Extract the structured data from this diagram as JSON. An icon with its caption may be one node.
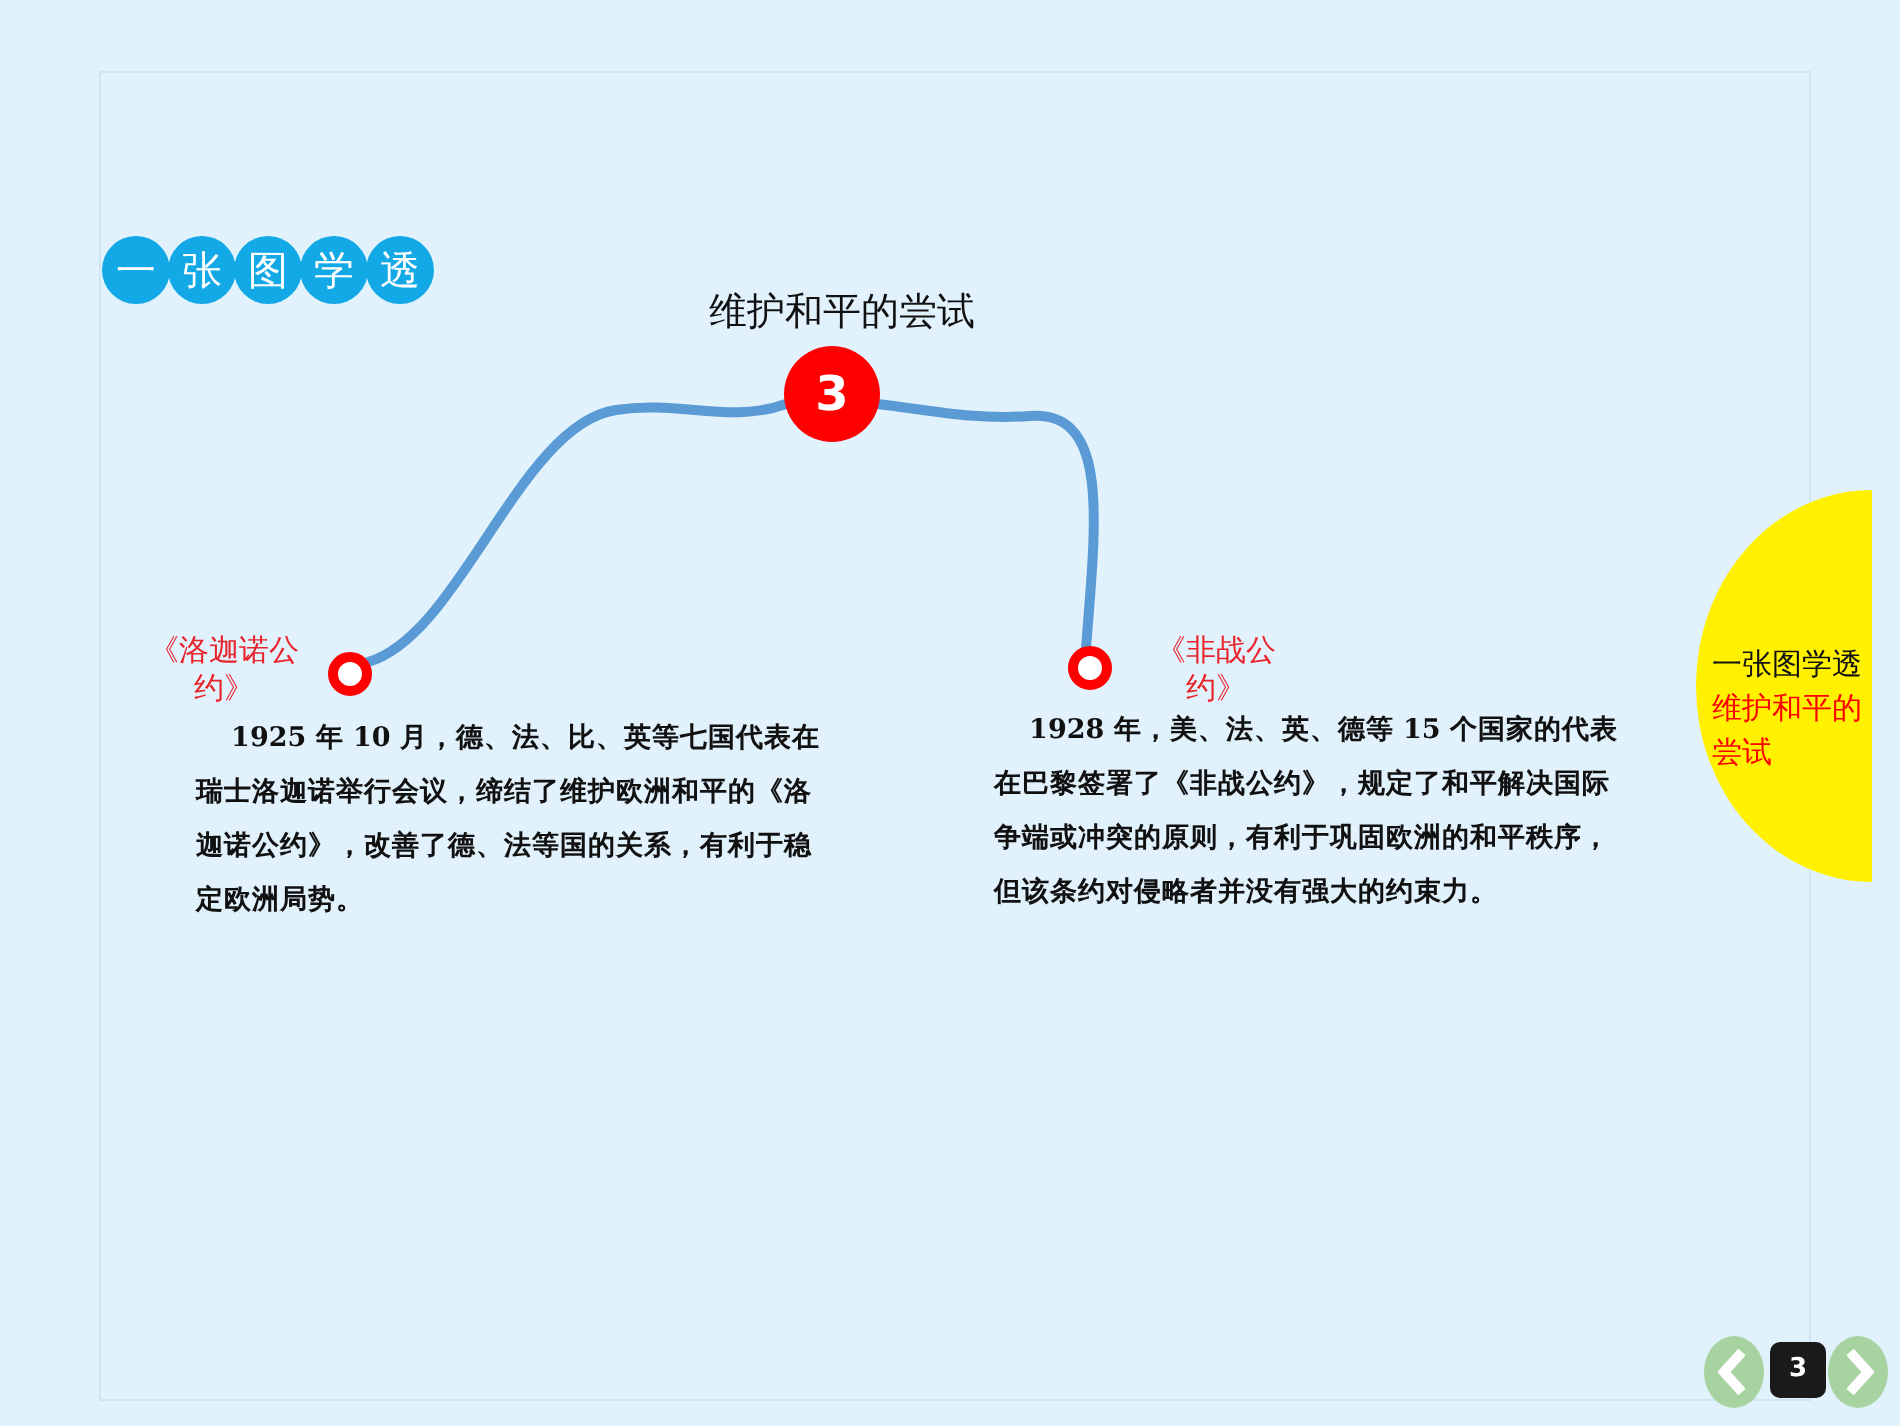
{
  "diagram": {
    "title": "维护和平的尝试",
    "nodes": [
      {
        "text": [
          "一"
        ]
      },
      {
        "text": [
          "张"
        ]
      },
      {
        "text": [
          "图"
        ]
      },
      {
        "text": [
          "学"
        ]
      },
      {
        "text": [
          "透"
        ]
      },
      {
        "text": [],
        "shape": "circle",
        "beside": [
          "《洛迦诺公约》"
        ]
      },
      {
        "text": [
          "3"
        ]
      },
      {
        "text": [],
        "shape": "circle",
        "beside": [
          "《非战公约》"
        ]
      },
      {
        "text": [
          "一张图学透",
          "维护和平的尝试"
        ]
      }
    ],
    "edges": [
      {
        "from": 5,
        "to": 6,
        "arrow": "none"
      },
      {
        "from": 6,
        "to": 7,
        "arrow": "none"
      }
    ],
    "labels": [
      "1925 年 10 月，德、法、比、英等七国代表在瑞士洛迦诺举行会议，缔结了维护欧洲和平的《洛迦诺公约》，改善了德、法等国的关系，有利于稳定欧洲局势。",
      "1928 年，美、法、英、德等 15 个国家的代表在巴黎签署了《非战公约》，规定了和平解决国际争端或冲突的原则，有利于巩固欧洲的和平秩序，但该条约对侵略者并没有强大的约束力。",
      "3"
    ]
  }
}
